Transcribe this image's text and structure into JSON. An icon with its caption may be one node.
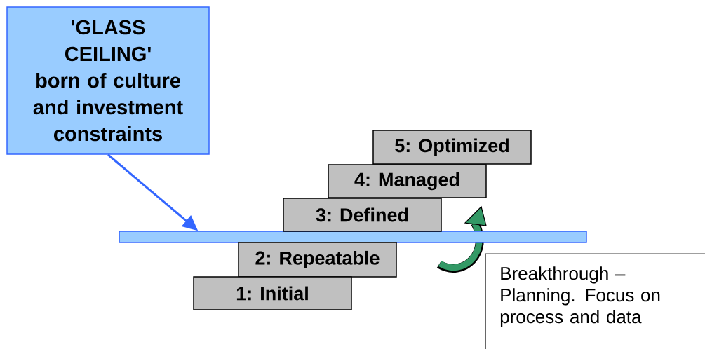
{
  "diagram": {
    "nodes": [
      {
        "text": [
          "'GLASS CEILING' born of culture and investment constraints"
        ]
      },
      {
        "text": [],
        "shape": "bar"
      },
      {
        "text": [
          "5: Optimized"
        ]
      },
      {
        "text": [
          "4: Managed"
        ]
      },
      {
        "text": [
          "3: Defined"
        ]
      },
      {
        "text": [
          "2: Repeatable"
        ]
      },
      {
        "text": [
          "1: Initial"
        ]
      },
      {
        "text": [
          "Breakthrough – Planning.  Focus on process and data"
        ]
      }
    ],
    "edges": [
      {
        "from": 0,
        "to": 1,
        "arrow": "to"
      }
    ]
  }
}
